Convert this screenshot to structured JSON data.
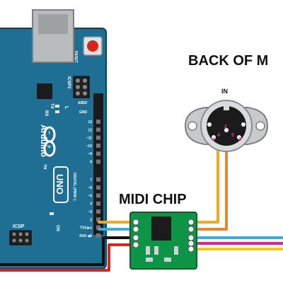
{
  "titles": {
    "back_of_midi": "BACK OF M",
    "midi_chip": "MIDI CHIP",
    "in_label": "IN"
  },
  "arduino": {
    "reset_label": "RESET",
    "icsp2_label": "ICSP2",
    "rx_label": "RX",
    "tx_label": "TX",
    "l_label": "L",
    "arduino_text": "Arduino",
    "infinity_symbol": "∞",
    "trademark": "TM",
    "uno_text": "UNO",
    "digital_label": "DIGITAL (PWM~)",
    "aref_label": "AREF",
    "gnd_label": "GND",
    "icsp_label": "ICSP",
    "on_label": "ON",
    "pin_labels": [
      "13",
      "12",
      "~11",
      "~10",
      "~9",
      "8",
      "7",
      "~6",
      "~5",
      "4",
      "~3",
      "2",
      "TX0 ▶1",
      "RX0 ◀0"
    ]
  },
  "midi_connector": {
    "pin_numbers": [
      "1",
      "2",
      "3",
      "4",
      "5"
    ]
  },
  "colors": {
    "arduino_board": "#1f6f94",
    "chip_board": "#0e9447",
    "wire_orange": "#f5a623",
    "wire_dark_orange": "#e8872c",
    "wire_blue": "#3aace0",
    "wire_magenta": "#d6288e",
    "wire_yellow": "#f5c518",
    "wire_red": "#d9241c",
    "wire_black": "#111111",
    "connector_silver": "#c7c9cc",
    "pin_marker": "#e0388f"
  }
}
